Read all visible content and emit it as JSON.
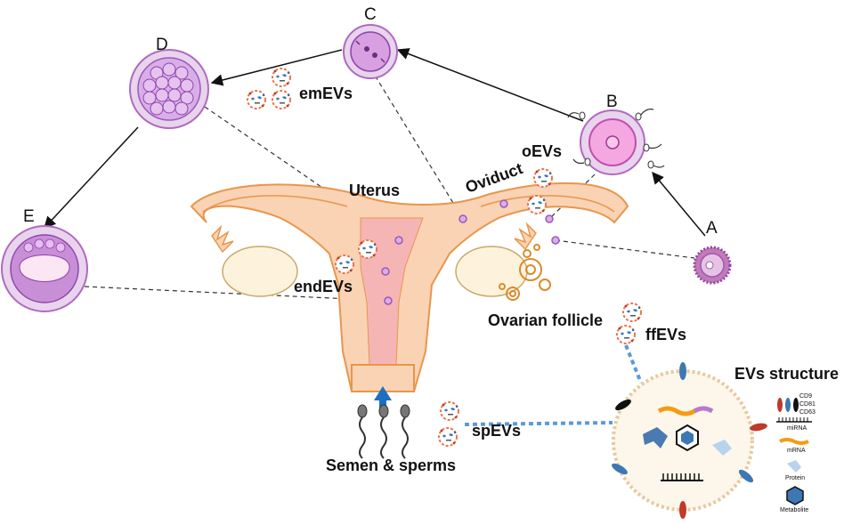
{
  "stages": {
    "a": "A",
    "b": "B",
    "c": "C",
    "d": "D",
    "e": "E"
  },
  "labels": {
    "uterus": "Uterus",
    "oviduct": "Oviduct",
    "oevs": "oEVs",
    "emevs": "emEVs",
    "endevs": "endEVs",
    "ovarian_follicle": "Ovarian follicle",
    "ffevs": "ffEVs",
    "spevs": "spEVs",
    "semen": "Semen & sperms",
    "evs_structure": "EVs structure"
  },
  "legend": {
    "markers": [
      "CD9",
      "CD81",
      "CD63"
    ],
    "mirna": "miRNA",
    "mrna": "mRNA",
    "protein": "Protein",
    "metabolite": "Metabolite"
  },
  "colors": {
    "uterus_fill": "#f9d3b4",
    "uterus_outline": "#e8964b",
    "cavity": "#f6b5b5",
    "ovary_fill": "#fdf3dc",
    "cell_fill": "#d8aee8",
    "cell_ring": "#9b59b6",
    "ev_border": "#e8764b",
    "arrow_blue": "#1f6fc0",
    "dash_blue": "#5b9bd5"
  }
}
